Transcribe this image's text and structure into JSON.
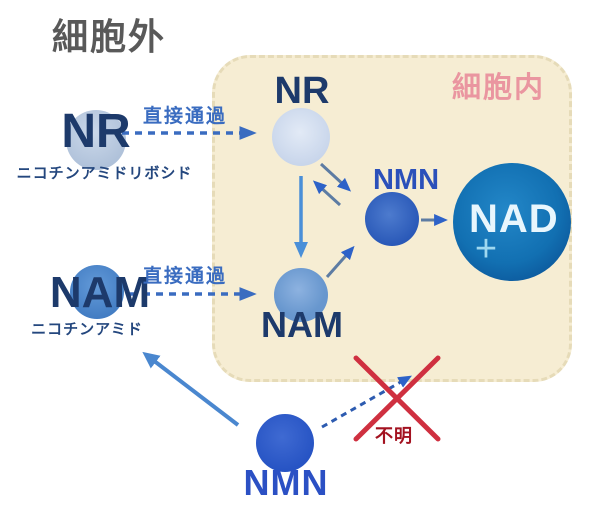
{
  "labels": {
    "extracellular": "細胞外",
    "intracellular": "細胞内"
  },
  "molecules": {
    "ext_nr": {
      "label": "NR",
      "sublabel": "ニコチンアミドリボシド"
    },
    "ext_nam": {
      "label": "NAM",
      "sublabel": "ニコチンアミド"
    },
    "in_nr": {
      "label": "NR"
    },
    "in_nmn": {
      "label": "NMN"
    },
    "in_nam": {
      "label": "NAM"
    },
    "nad": {
      "label": "NAD",
      "plus": "+"
    },
    "bottom_nmn": {
      "label": "NMN"
    }
  },
  "annotations": {
    "direct_pass_top": "直接通過",
    "direct_pass_bottom": "直接通過",
    "unknown": "不明"
  },
  "colors": {
    "accent_blue": "#3a6cc0",
    "arrow_steel": "#5d7ca3",
    "arrow_head_blue": "#2d62c8",
    "arrow_light": "#4a8fd8",
    "arrow_sky": "#4a87cf",
    "red_cross": "#cf3040",
    "unknown_red": "#a31220",
    "navy_label": "#1d3a6b",
    "nmn_blue": "#2b50ba",
    "intracellular_pink": "#ea96a0",
    "extracellular_gray": "#595959",
    "cell_fill": "#f6edd3",
    "cell_border": "#e6dbb8"
  }
}
